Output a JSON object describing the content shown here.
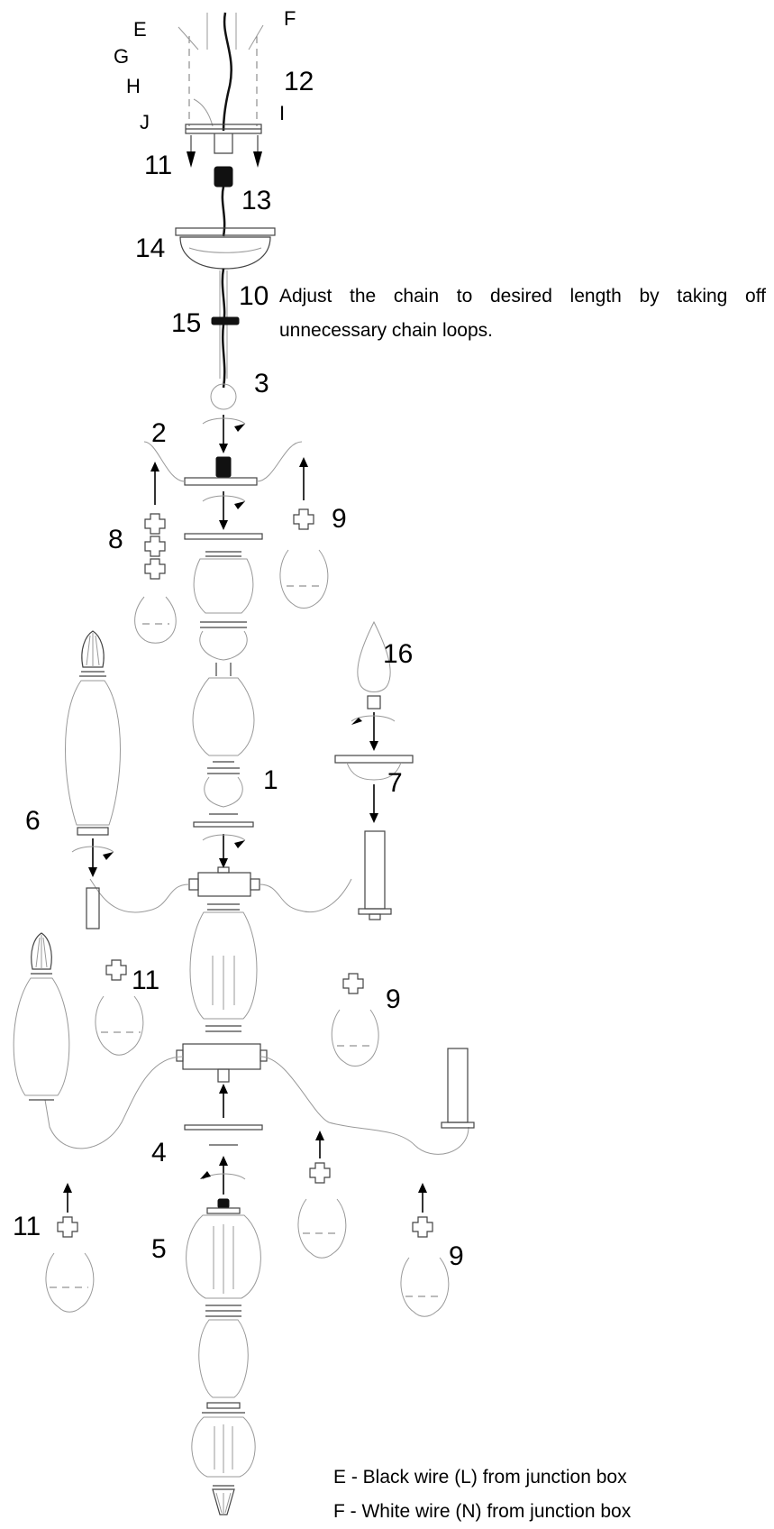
{
  "instruction": {
    "number": "10",
    "text": "Adjust the chain to desired length by taking off unnecessary chain loops."
  },
  "labels": {
    "E": "E",
    "F": "F",
    "G": "G",
    "H": "H",
    "I": "I",
    "J": "J",
    "n1": "1",
    "n2": "2",
    "n3": "3",
    "n4": "4",
    "n5": "5",
    "n6": "6",
    "n7": "7",
    "n8": "8",
    "n9a": "9",
    "n9b": "9",
    "n9c": "9",
    "n11a": "11",
    "n11b": "11",
    "n11c": "11",
    "n12": "12",
    "n13": "13",
    "n14": "14",
    "n15": "15",
    "n16": "16"
  },
  "legend": [
    "E - Black wire (L) from junction box",
    "F - White wire (N) from junction box"
  ]
}
